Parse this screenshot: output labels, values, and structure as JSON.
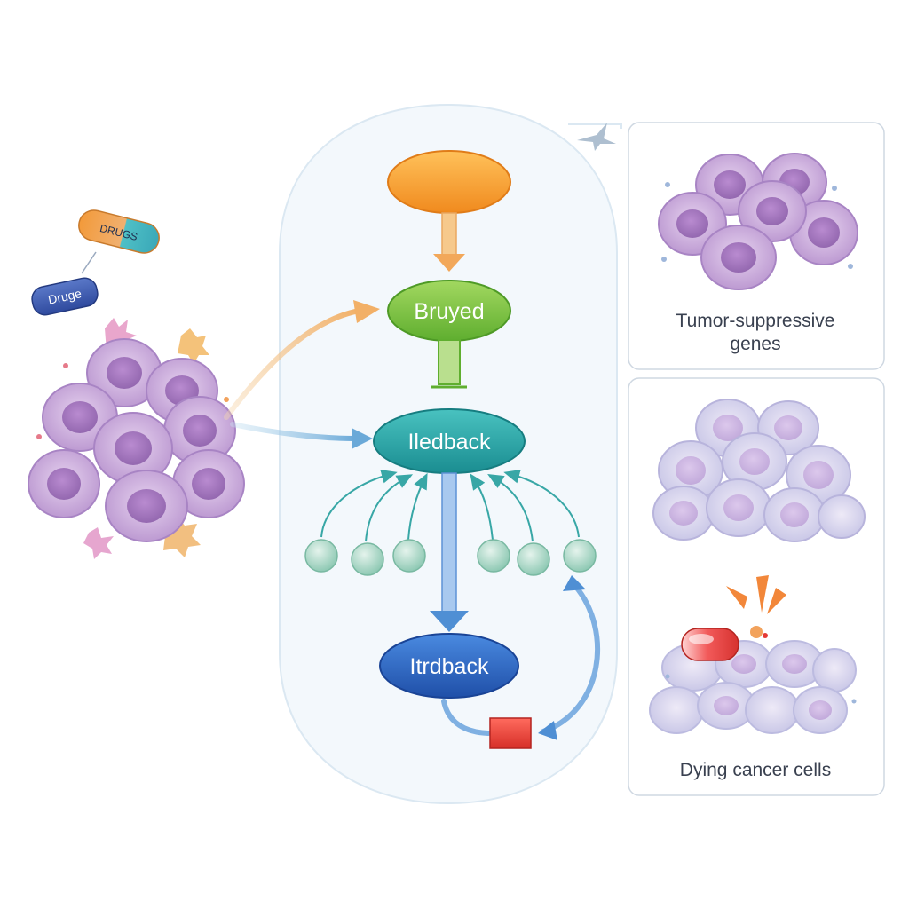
{
  "pills": {
    "pill_top_label": "DRUGS",
    "pill_bottom_label": "Druge"
  },
  "flow": {
    "node_top_label": "",
    "node_middle_label": "Bruyed",
    "node_feedback_label": "Iledback",
    "node_bottom_label": "Itrdback"
  },
  "panels": {
    "top_caption_line1": "Tumor-suppressive",
    "top_caption_line2": "genes",
    "bottom_caption": "Dying cancer cells"
  },
  "colors": {
    "orange_node": "#f7a53a",
    "green_node": "#7fc247",
    "teal_node": "#2ba5a5",
    "blue_node": "#2f6bc4",
    "red_square": "#e53935",
    "cell_purple": "#c9a6d8",
    "cell_nucleus": "#a77cc2"
  }
}
